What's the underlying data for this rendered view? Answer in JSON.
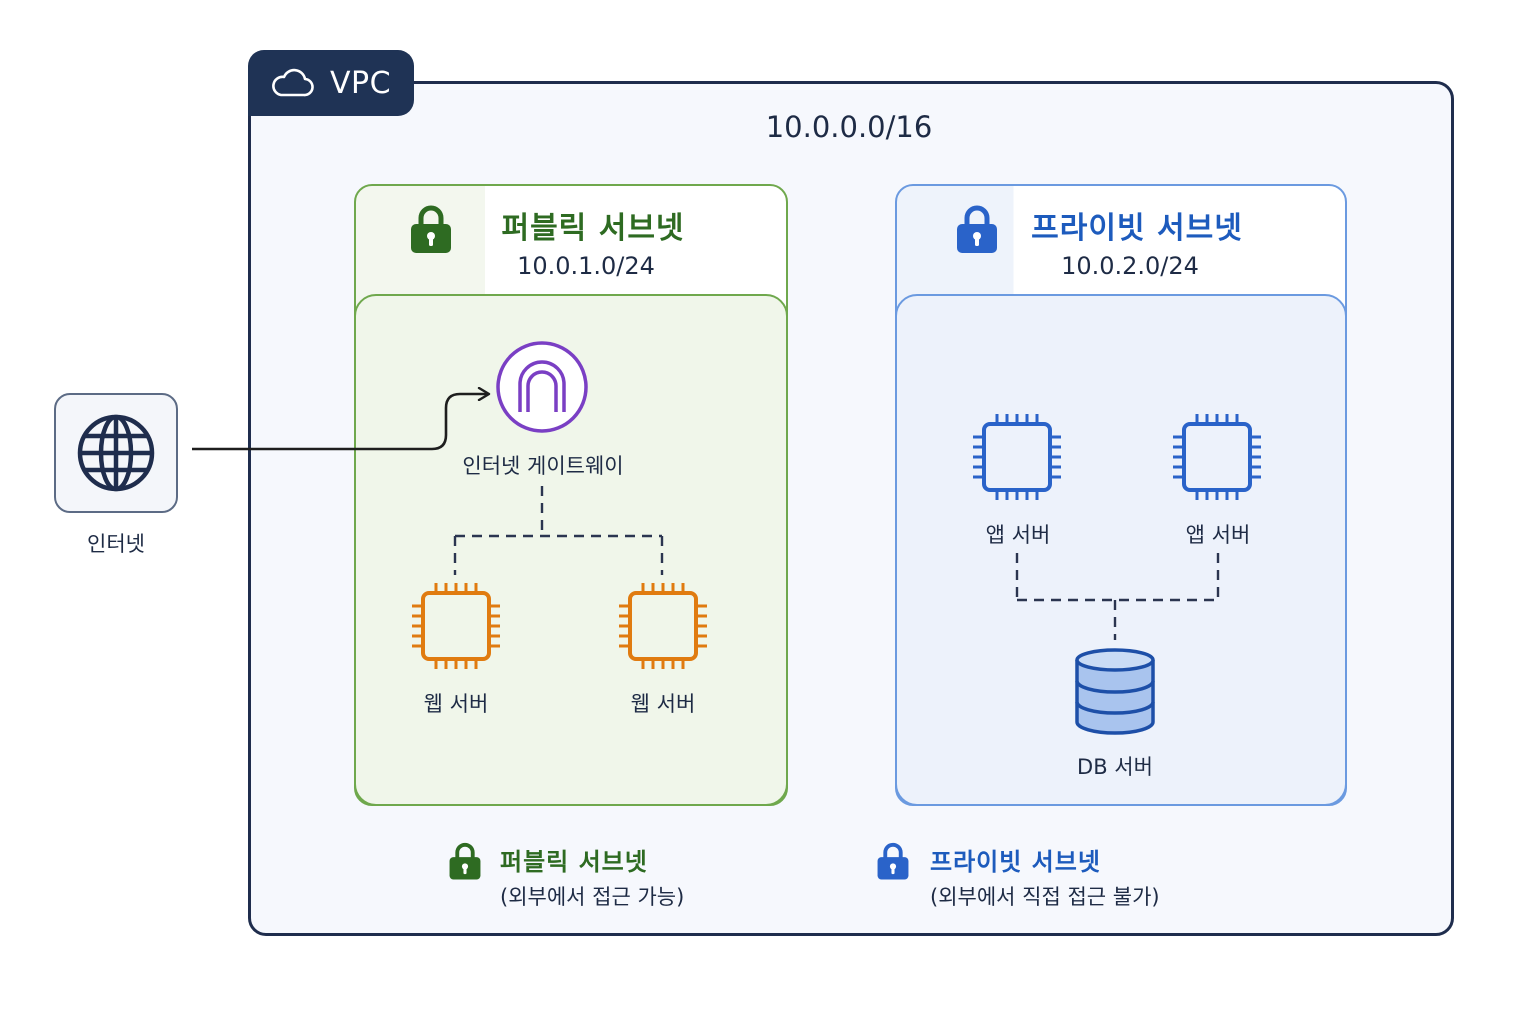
{
  "vpc": {
    "label": "VPC",
    "cidr": "10.0.0.0/16",
    "icon": "cloud-icon"
  },
  "internet": {
    "label": "인터넷",
    "icon": "globe-icon"
  },
  "public_subnet": {
    "title": "퍼블릭 서브넷",
    "cidr": "10.0.1.0/24",
    "color": "#2e6b22",
    "gateway_label": "인터넷 게이트웨이",
    "servers": [
      "웹 서버",
      "웹 서버"
    ],
    "server_color": "#e07b10"
  },
  "private_subnet": {
    "title": "프라이빗 서브넷",
    "cidr": "10.0.2.0/24",
    "color": "#1d5bbd",
    "servers": [
      "앱 서버",
      "앱 서버"
    ],
    "db_label": "DB 서버",
    "server_color": "#2a63c9"
  },
  "legend": {
    "public_title": "퍼블릭 서브넷",
    "public_desc": "(외부에서 접근 가능)",
    "private_title": "프라이빗 서브넷",
    "private_desc": "(외부에서 직접 접근 불가)"
  }
}
